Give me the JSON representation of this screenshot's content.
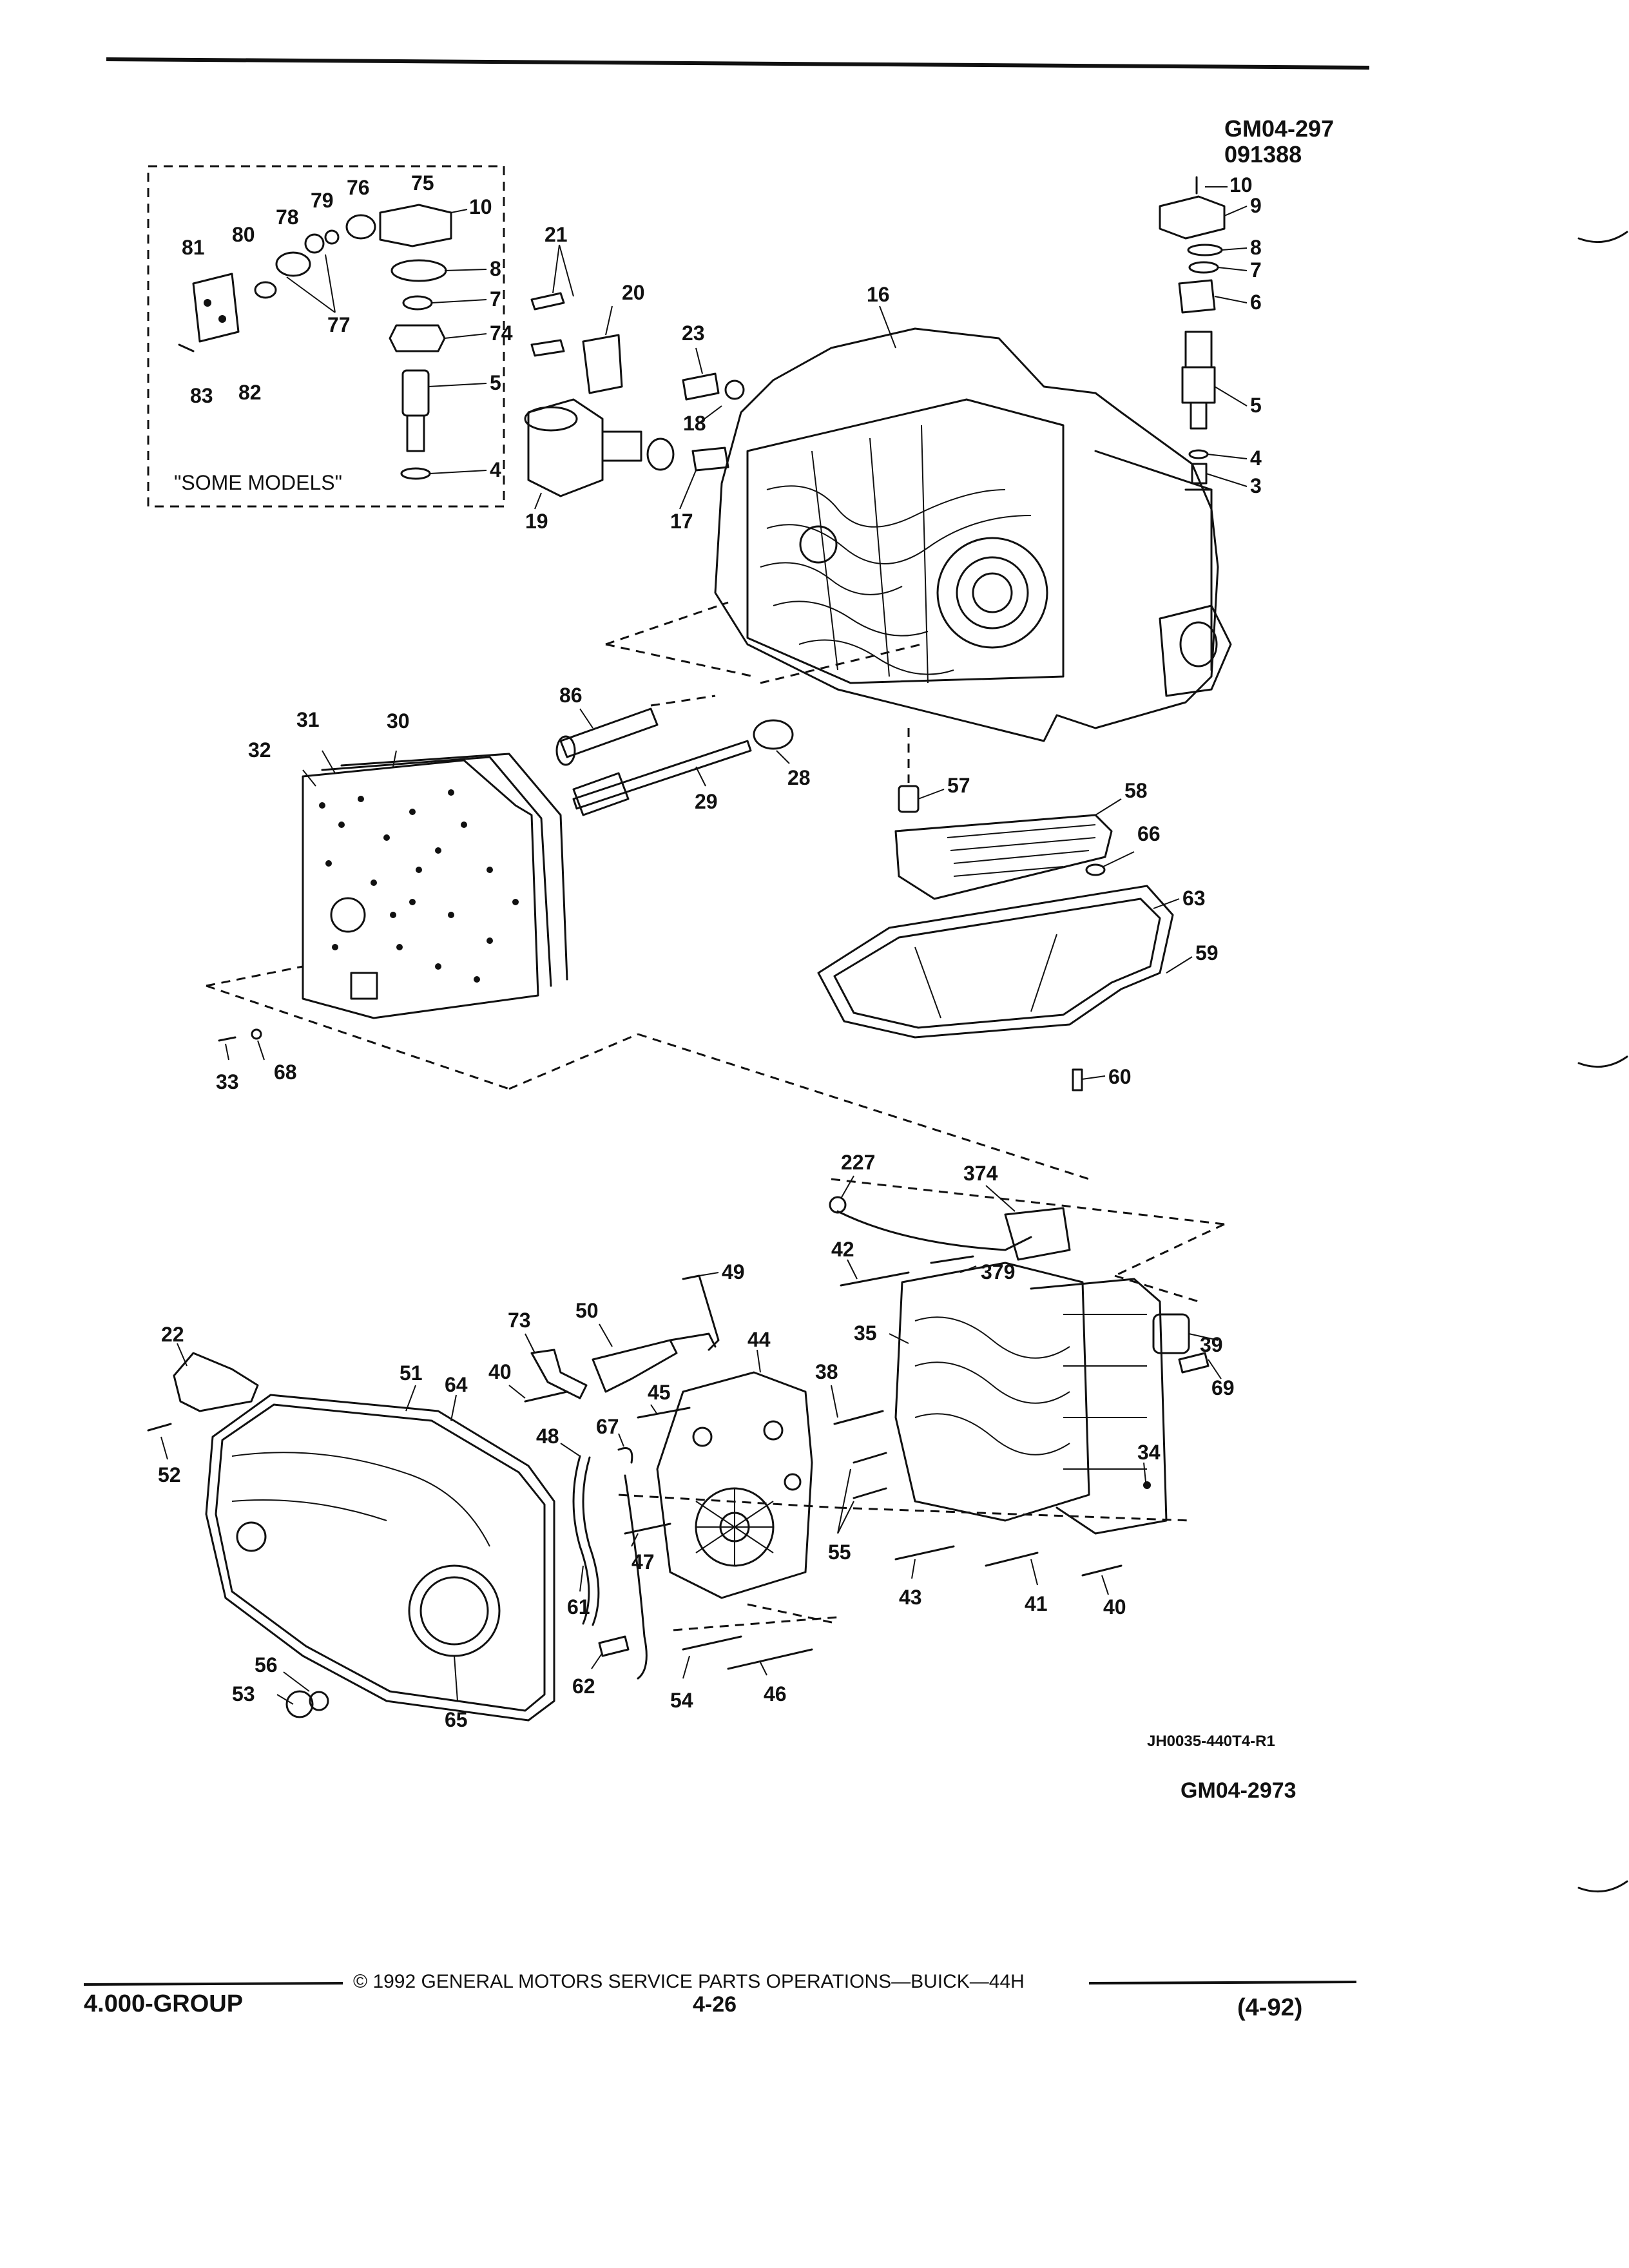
{
  "header": {
    "code1": "GM04-297",
    "code2": "091388"
  },
  "inset": {
    "caption": "\"SOME MODELS\""
  },
  "figure": {
    "ref_code": "JH0035-440T4-R1",
    "gm_code": "GM04-2973"
  },
  "footer": {
    "group": "4.000-GROUP",
    "copyright": "© 1992 GENERAL MOTORS SERVICE PARTS OPERATIONS—BUICK—44H",
    "page": "4-26",
    "date": "(4-92)"
  },
  "callouts": {
    "c75": "75",
    "c76": "76",
    "c79": "79",
    "c10a": "10",
    "c78": "78",
    "c80": "80",
    "c81": "81",
    "c8a": "8",
    "c7a": "7",
    "c77": "77",
    "c74": "74",
    "c5a": "5",
    "c83": "83",
    "c82": "82",
    "c4a": "4",
    "c21": "21",
    "c20": "20",
    "c23": "23",
    "c16": "16",
    "c18": "18",
    "c19": "19",
    "c17": "17",
    "c10b": "10",
    "c9": "9",
    "c8b": "8",
    "c7b": "7",
    "c6": "6",
    "c5b": "5",
    "c4b": "4",
    "c3": "3",
    "c86": "86",
    "c31": "31",
    "c30": "30",
    "c32": "32",
    "c28": "28",
    "c29": "29",
    "c33": "33",
    "c68": "68",
    "c57": "57",
    "c58": "58",
    "c66": "66",
    "c63": "63",
    "c59": "59",
    "c60": "60",
    "c227": "227",
    "c374": "374",
    "c42": "42",
    "c379": "379",
    "c49": "49",
    "c73": "73",
    "c50": "50",
    "c35": "35",
    "c39": "39",
    "c22": "22",
    "c51": "51",
    "c64": "64",
    "c40a": "40",
    "c44": "44",
    "c38": "38",
    "c69": "69",
    "c45": "45",
    "c48": "48",
    "c67": "67",
    "c52": "52",
    "c34": "34",
    "c47": "47",
    "c55": "55",
    "c61": "61",
    "c43": "43",
    "c41": "41",
    "c40b": "40",
    "c56": "56",
    "c53": "53",
    "c62": "62",
    "c54": "54",
    "c46": "46",
    "c65": "65"
  }
}
